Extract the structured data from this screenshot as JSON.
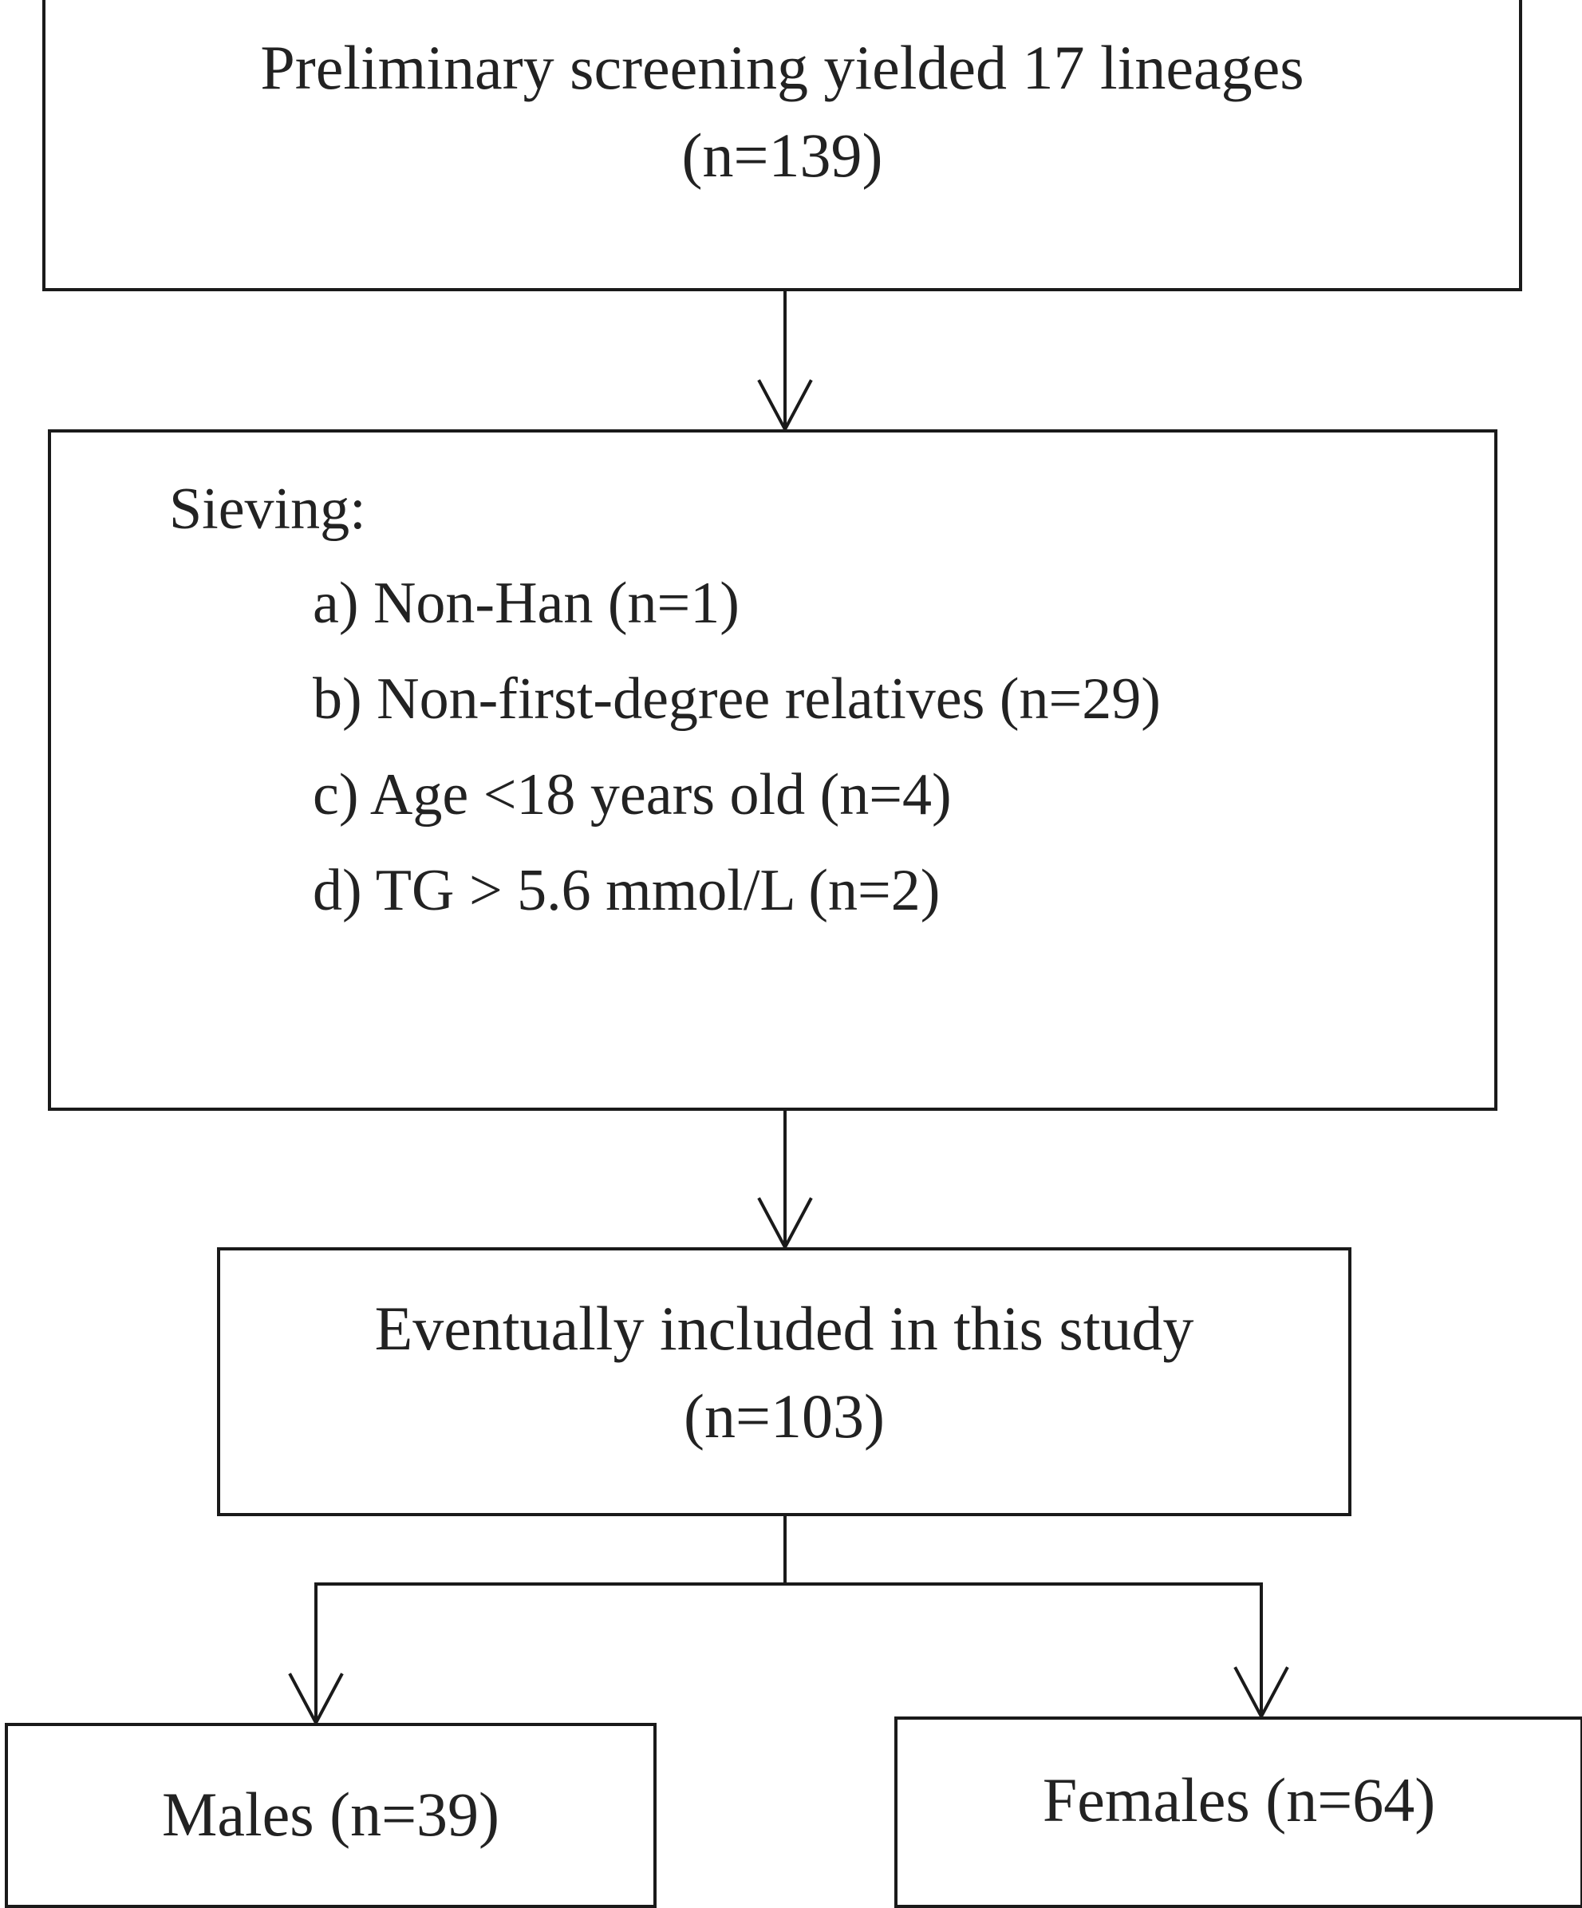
{
  "boxes": {
    "screening": {
      "line1": "Preliminary screening yielded 17 lineages",
      "line2": "(n=139)"
    },
    "sieving": {
      "heading": "Sieving:",
      "items": [
        "a) Non-Han (n=1)",
        "b) Non-first-degree relatives (n=29)",
        "c) Age <18 years old (n=4)",
        "d) TG > 5.6 mmol/L (n=2)"
      ]
    },
    "included": {
      "line1": "Eventually included in this study",
      "line2": "(n=103)"
    },
    "males": {
      "label": "Males (n=39)"
    },
    "females": {
      "label": "Females (n=64)"
    }
  },
  "colors": {
    "border": "#1a1a1a",
    "text": "#222222",
    "background": "#ffffff"
  }
}
